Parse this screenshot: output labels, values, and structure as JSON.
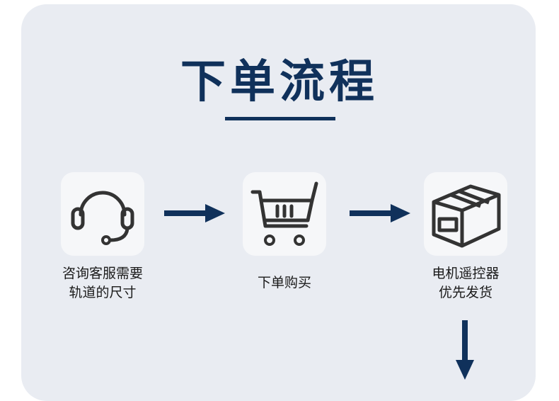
{
  "title": "下单流程",
  "steps": [
    {
      "icon": "headset-icon",
      "label_line1": "咨询客服需要",
      "label_line2": "轨道的尺寸"
    },
    {
      "icon": "shopping-cart-icon",
      "label_line1": "下单购买"
    },
    {
      "icon": "package-box-icon",
      "label_line1": "电机遥控器",
      "label_line2": "优先发货"
    }
  ],
  "colors": {
    "primary": "#10315b",
    "panel_bg": "#e9ecf2",
    "tile_bg": "#f6f7f9",
    "icon_stroke": "#333333"
  }
}
